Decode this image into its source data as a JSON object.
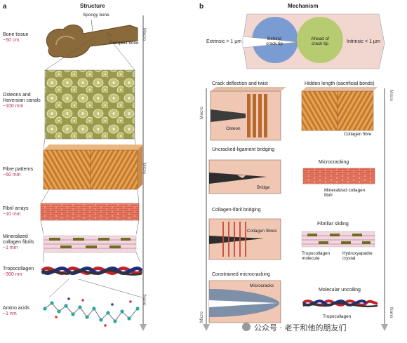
{
  "panel_a": {
    "letter": "a",
    "heading": "Structure",
    "scale_top": "Macro",
    "scale_mid": "Micro",
    "scale_bottom": "Nano",
    "levels": [
      {
        "name": "Bone tissue",
        "size": "~50 cm"
      },
      {
        "name": "Osteons and Haversian canals",
        "size": "~100 mm"
      },
      {
        "name": "Fibre patterns",
        "size": "~50 mm"
      },
      {
        "name": "Fibril arrays",
        "size": "~10 mm"
      },
      {
        "name": "Mineralized collagen fibrils",
        "size": "~1 mm"
      },
      {
        "name": "Tropocollagen",
        "size": "~300 nm"
      },
      {
        "name": "Amino acids",
        "size": "~1 nm"
      }
    ],
    "bone_labels": {
      "spongy": "Spongy bone",
      "compact": "Compact bone"
    }
  },
  "panel_b": {
    "letter": "b",
    "heading": "Mechanism",
    "extrinsic": "Extrinsic > 1 µm",
    "intrinsic": "Intrinsic < 1 µm",
    "behind": "Behind crack tip",
    "ahead": "Ahead of crack tip",
    "scale_left_top": "Macro",
    "scale_left_bottom": "Micro",
    "scale_right_top": "Micro",
    "scale_right_bottom": "Nano",
    "left_titles": [
      "Crack deflection and twist",
      "Uncracked-ligament bridging",
      "Collagen-fibril bridging",
      "Constrained microcracking"
    ],
    "right_titles": [
      "Hidden length (sacrificial bonds)",
      "Microcracking",
      "Fibrillar sliding",
      "Molecular uncoiling"
    ],
    "callouts": {
      "osteon": "Osteon",
      "bridge": "Bridge",
      "collagen_fibres": "Collagen fibres",
      "microcracks": "Microcracks",
      "collagen_fibre": "Collagen fibre",
      "mineralized_fibril": "Mineralized collagen fibril",
      "tropocollagen_molecule": "Tropocollagen molecule",
      "hydroxyapatite": "Hydroxyapatite crystal",
      "tropocollagen": "Tropocollagen"
    }
  },
  "watermark": "公众号 · 老干和他的朋友们"
}
